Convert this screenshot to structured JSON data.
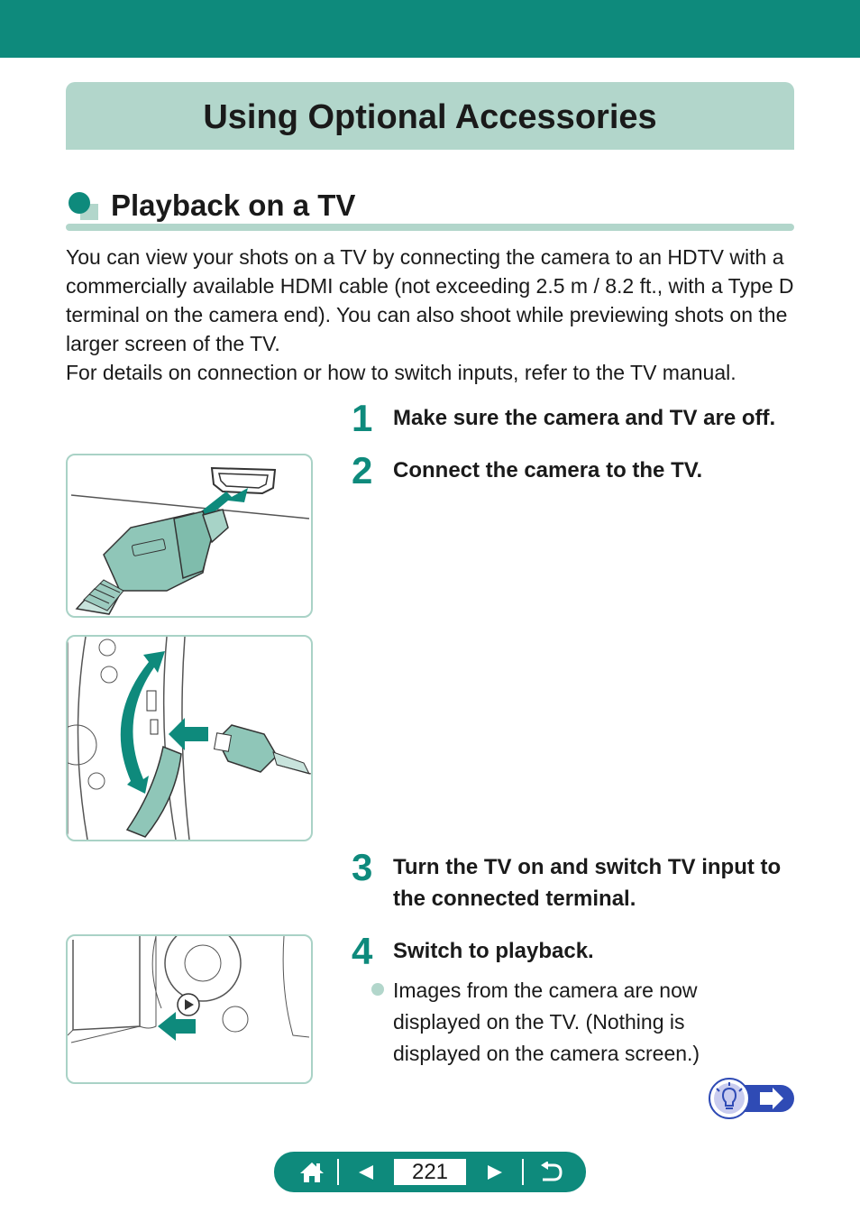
{
  "title": "Using Optional Accessories",
  "section": {
    "title": "Playback on a TV"
  },
  "intro": [
    "You can view your shots on a TV by connecting the camera to an HDTV with a commercially available HDMI cable (not exceeding 2.5 m / 8.2 ft., with a Type D terminal on the camera end). You can also shoot while previewing shots on the larger screen of the TV.",
    "For details on connection or how to switch inputs, refer to the TV manual."
  ],
  "steps": [
    {
      "num": "1",
      "text": "Make sure the camera and TV are off."
    },
    {
      "num": "2",
      "text": "Connect the camera to the TV."
    },
    {
      "num": "3",
      "text": "Turn the TV on and switch TV input to the connected terminal."
    },
    {
      "num": "4",
      "text": "Switch to playback."
    }
  ],
  "bullet": "Images from the camera are now displayed on the TV. (Nothing is displayed on the camera screen.)",
  "nav": {
    "page": "221"
  },
  "colors": {
    "accent": "#0e8a7c",
    "light": "#b2d6cb",
    "icon_blue": "#2f4bb5"
  }
}
